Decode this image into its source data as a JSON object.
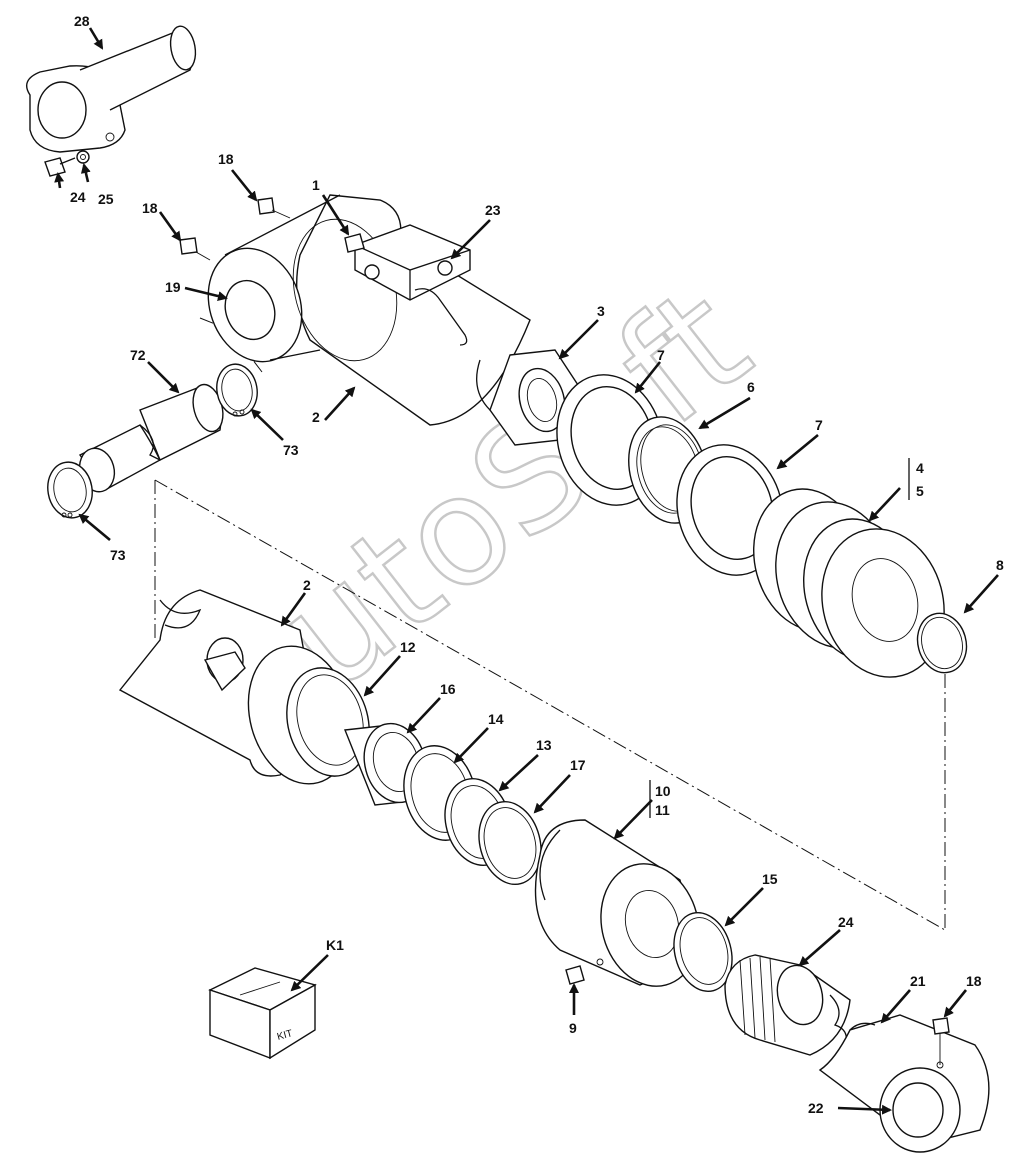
{
  "watermark": "AutoSoft",
  "kit_box_label": "KIT",
  "callouts": [
    {
      "id": "c28",
      "text": "28"
    },
    {
      "id": "c24a",
      "text": "24"
    },
    {
      "id": "c25",
      "text": "25"
    },
    {
      "id": "c18a",
      "text": "18"
    },
    {
      "id": "c18b",
      "text": "18"
    },
    {
      "id": "c1",
      "text": "1"
    },
    {
      "id": "c23",
      "text": "23"
    },
    {
      "id": "c19",
      "text": "19"
    },
    {
      "id": "c3",
      "text": "3"
    },
    {
      "id": "c72",
      "text": "72"
    },
    {
      "id": "c2a",
      "text": "2"
    },
    {
      "id": "c73a",
      "text": "73"
    },
    {
      "id": "c73b",
      "text": "73"
    },
    {
      "id": "c7a",
      "text": "7"
    },
    {
      "id": "c6",
      "text": "6"
    },
    {
      "id": "c7b",
      "text": "7"
    },
    {
      "id": "c4",
      "text": "4"
    },
    {
      "id": "c5",
      "text": "5"
    },
    {
      "id": "c8",
      "text": "8"
    },
    {
      "id": "c2b",
      "text": "2"
    },
    {
      "id": "c12",
      "text": "12"
    },
    {
      "id": "c16",
      "text": "16"
    },
    {
      "id": "c14",
      "text": "14"
    },
    {
      "id": "c13",
      "text": "13"
    },
    {
      "id": "c17",
      "text": "17"
    },
    {
      "id": "c10",
      "text": "10"
    },
    {
      "id": "c11",
      "text": "11"
    },
    {
      "id": "c15",
      "text": "15"
    },
    {
      "id": "cK1",
      "text": "K1"
    },
    {
      "id": "c24b",
      "text": "24"
    },
    {
      "id": "c21",
      "text": "21"
    },
    {
      "id": "c18c",
      "text": "18"
    },
    {
      "id": "c9",
      "text": "9"
    },
    {
      "id": "c22",
      "text": "22"
    }
  ]
}
